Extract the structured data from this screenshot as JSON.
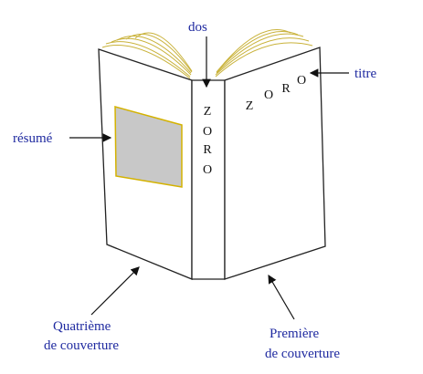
{
  "labels": {
    "spine": "dos",
    "title": "titre",
    "summary": "résumé",
    "back_cover": [
      "Quatrième",
      "de couverture"
    ],
    "front_cover": [
      "Première",
      "de couverture"
    ]
  },
  "book": {
    "spine_letters": [
      "Z",
      "O",
      "R",
      "O"
    ],
    "cover_title_letters": [
      "Z",
      "O",
      "R",
      "O"
    ]
  },
  "colors": {
    "label_text": "#1f2aa0",
    "summary_box_fill": "#c8c8c8",
    "summary_box_border": "#d4b200",
    "page_edges": "#c9b23a"
  }
}
